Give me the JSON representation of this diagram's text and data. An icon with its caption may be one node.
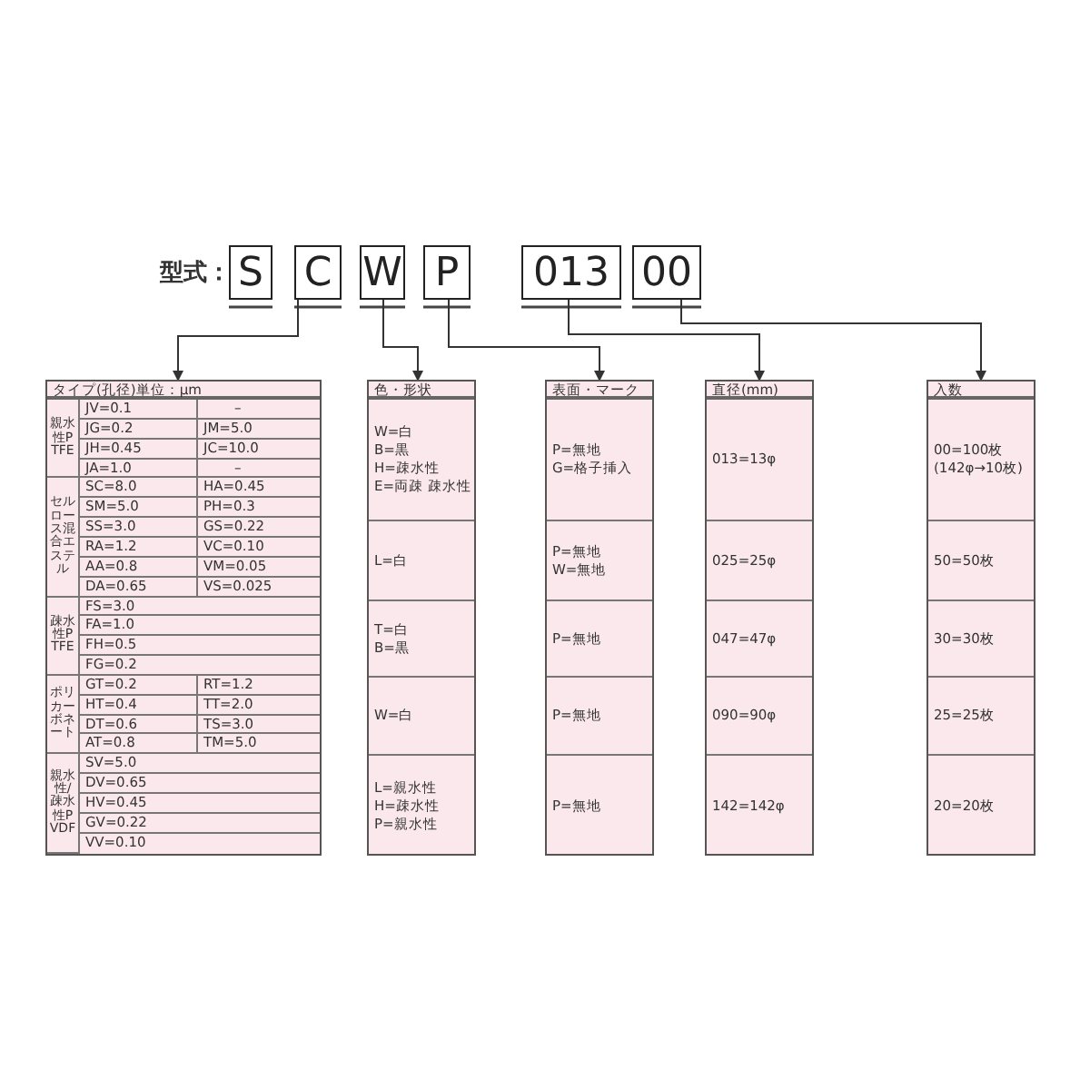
{
  "diagram": {
    "nodes": [
      {
        "text": [
          "S"
        ]
      },
      {
        "text": [
          "C"
        ]
      },
      {
        "text": [
          "W"
        ]
      },
      {
        "text": [
          "P"
        ]
      },
      {
        "text": [
          "013"
        ]
      },
      {
        "text": [
          "00"
        ]
      },
      {
        "text": [
          "タイプ(孔径)単位：μm",
          "親水性PTFE",
          "JV=0.1",
          "–",
          "JG=0.2",
          "JM=5.0",
          "JH=0.45",
          "JC=10.0",
          "JA=1.0",
          "–",
          "セルロース混合エステル",
          "SC=8.0",
          "HA=0.45",
          "SM=5.0",
          "PH=0.3",
          "SS=3.0",
          "GS=0.22",
          "RA=1.2",
          "VC=0.10",
          "AA=0.8",
          "VM=0.05",
          "DA=0.65",
          "VS=0.025",
          "疎水性PTFE",
          "FS=3.0",
          "FA=1.0",
          "FH=0.5",
          "FG=0.2",
          "ポリカーボネート",
          "GT=0.2",
          "RT=1.2",
          "HT=0.4",
          "TT=2.0",
          "DT=0.6",
          "TS=3.0",
          "AT=0.8",
          "TM=5.0",
          "親水性/疎水性PVDF",
          "SV=5.0",
          "DV=0.65",
          "HV=0.45",
          "GV=0.22",
          "VV=0.10"
        ]
      },
      {
        "text": [
          "色・形状",
          "W=白",
          "B=黒",
          "H=疎水性",
          "E=両疎 疎水性",
          "L=白",
          "T=白",
          "B=黒",
          "W=白",
          "L=親水性",
          "H=疎水性",
          "P=親水性"
        ]
      },
      {
        "text": [
          "表面・マーク",
          "P=無地",
          "G=格子挿入",
          "P=無地",
          "W=無地",
          "P=無地",
          "P=無地",
          "P=無地"
        ]
      },
      {
        "text": [
          "直径(mm)",
          "013=13φ",
          "025=25φ",
          "047=47φ",
          "090=90φ",
          "142=142φ"
        ]
      },
      {
        "text": [
          "入数",
          "00=100枚",
          "(142φ→10枚)",
          "50=50枚",
          "30=30枚",
          "25=25枚",
          "20=20枚"
        ]
      }
    ],
    "edges": [
      {
        "from": 1,
        "to": 6,
        "arrow": "to"
      },
      {
        "from": 2,
        "to": 7,
        "arrow": "to"
      },
      {
        "from": 3,
        "to": 8,
        "arrow": "to"
      },
      {
        "from": 4,
        "to": 9,
        "arrow": "to"
      },
      {
        "from": 5,
        "to": 10,
        "arrow": "to"
      }
    ],
    "labels": [
      "型式："
    ]
  }
}
